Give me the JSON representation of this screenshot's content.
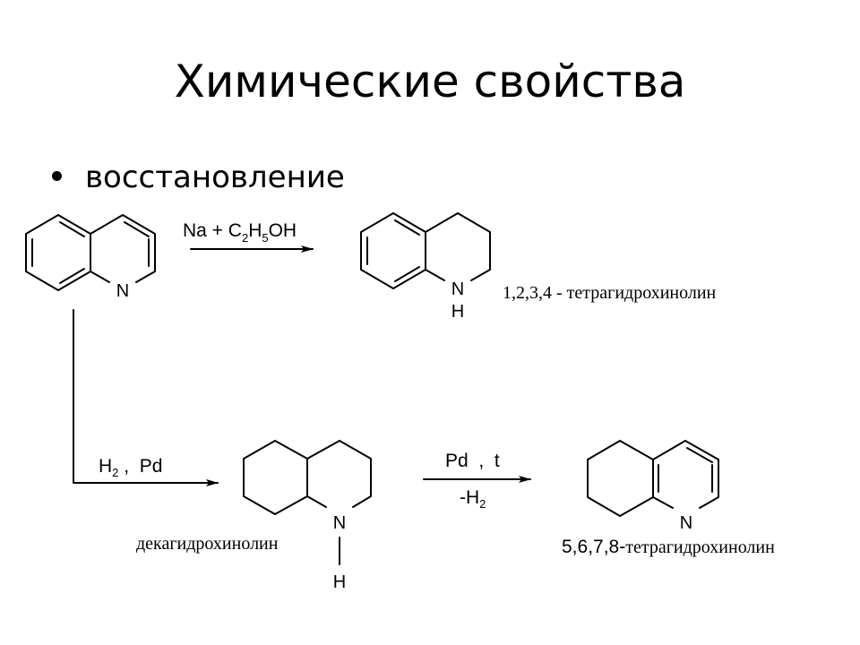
{
  "slide": {
    "title": "Химические свойства",
    "bullet": "восстановление"
  },
  "reactions": {
    "top_reagent": {
      "base": "Na + C",
      "s1": "2",
      "mid": "H",
      "s2": "5",
      "end": "OH"
    },
    "hydrogenation_reagent": {
      "base": "H",
      "sub": "2",
      "end": " ,  Pd"
    },
    "dehydrogenation_reagent_top": "Pd  ,  t",
    "dehydrogenation_reagent_bottom": {
      "base": "-H",
      "sub": "2"
    }
  },
  "atoms": {
    "quinoline_n": "N",
    "thq_n": "N",
    "thq_h": "H",
    "deca_n": "N",
    "deca_h": "H",
    "thq2_n": "N"
  },
  "products": {
    "thq_1234": "1,2,3,4 - тетрагидрохинолин",
    "decahydro": "декагидрохинолин",
    "thq_5678_prefix": "5,6,7,8-",
    "thq_5678_name": "тетрагидрохинолин"
  }
}
